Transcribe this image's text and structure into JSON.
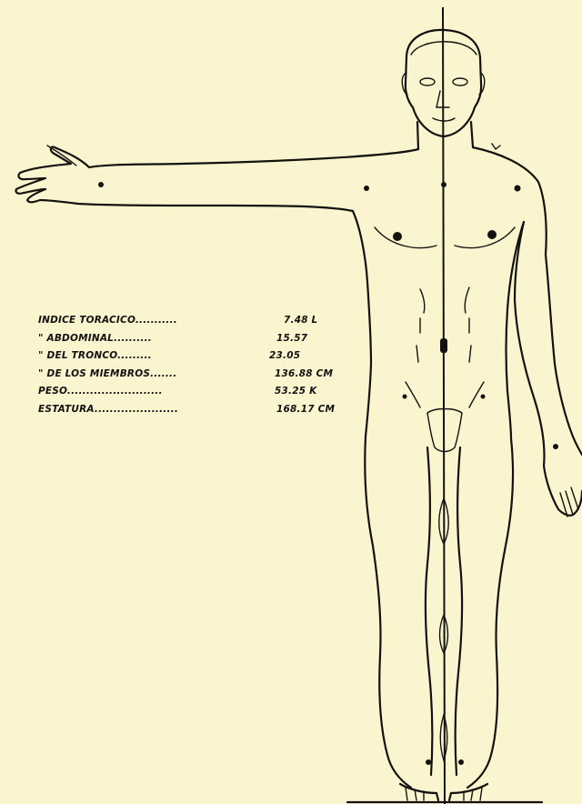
{
  "measurements": [
    {
      "label": "INDICE TORACICO...........",
      "value": "7.48 L"
    },
    {
      "label": "\"    ABDOMINAL..........",
      "value": "15.57"
    },
    {
      "label": "\"    DEL TRONCO.........",
      "value": "23.05"
    },
    {
      "label": "\"    DE LOS MIEMBROS.......",
      "value": "136.88 CM"
    },
    {
      "label": "PESO.........................",
      "value": "53.25 K"
    },
    {
      "label": "ESTATURA......................",
      "value": "168.17 CM"
    }
  ],
  "colors": {
    "background": "#fbf5cf",
    "ink": "#141210"
  }
}
